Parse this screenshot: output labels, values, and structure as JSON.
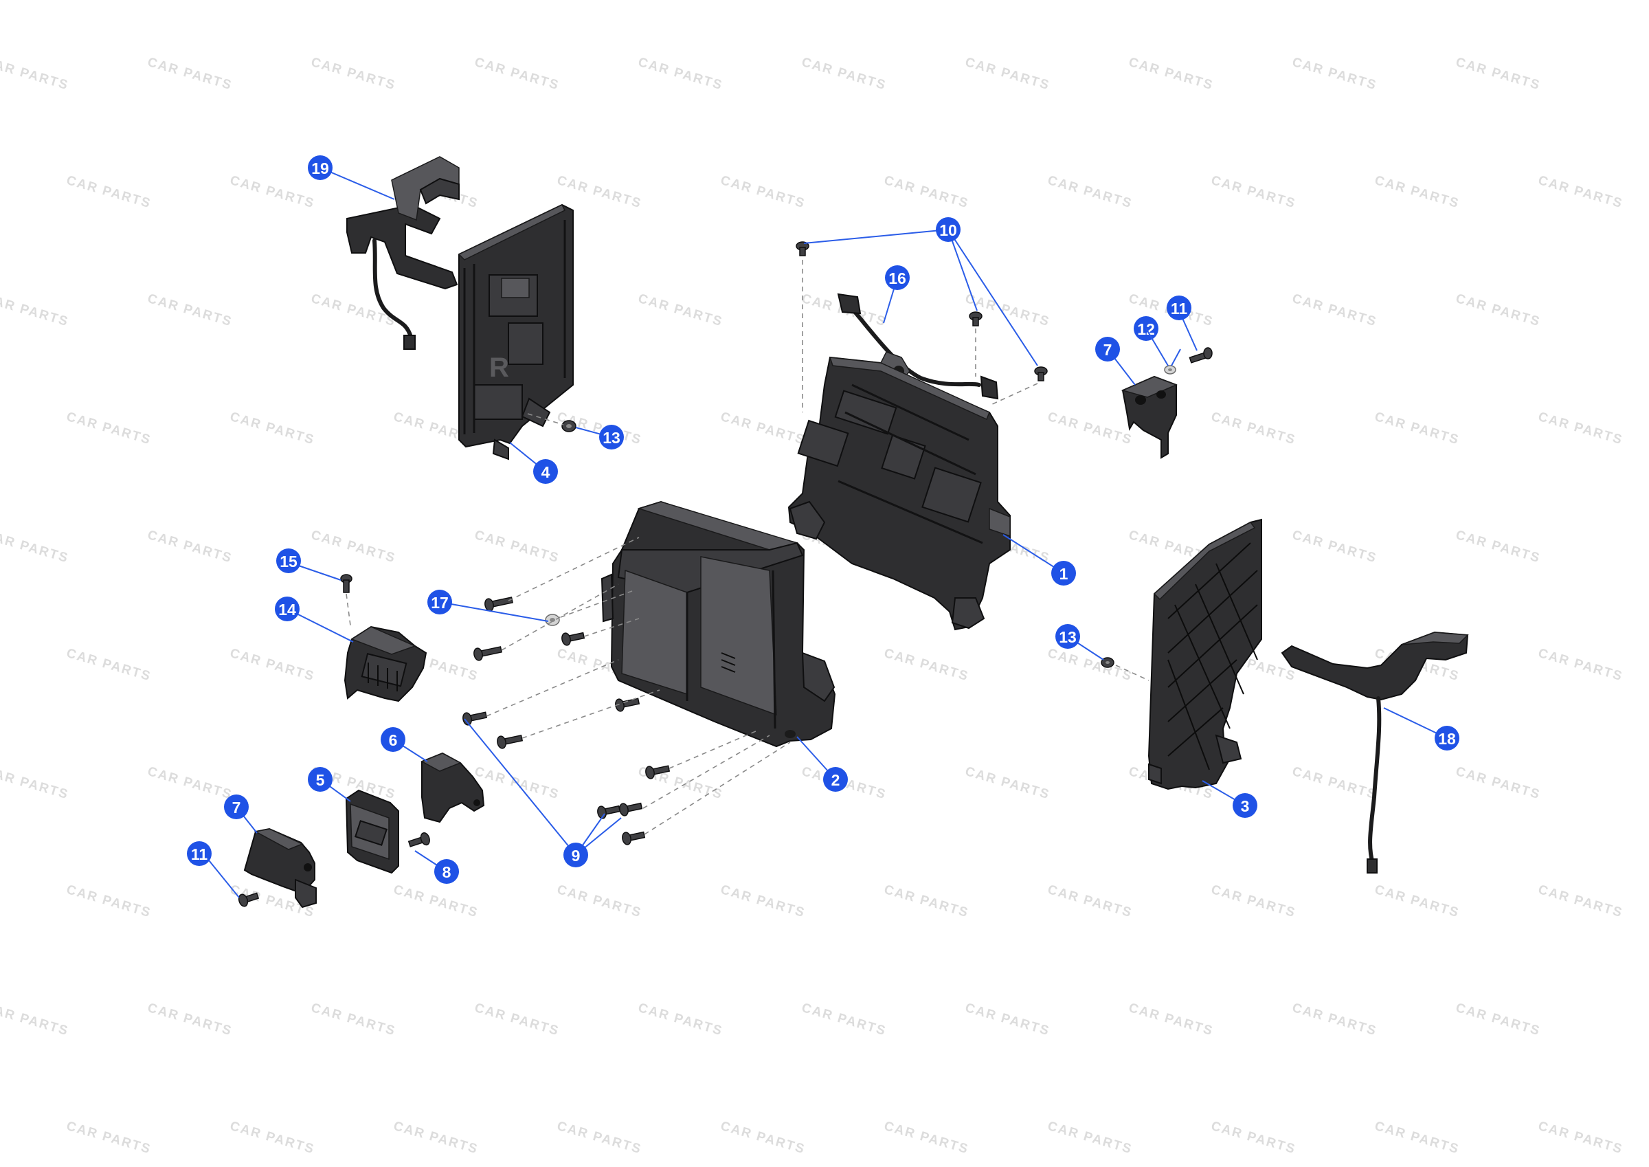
{
  "watermark": {
    "text": "CAR PARTS"
  },
  "callouts": [
    {
      "id": "callout-1",
      "label": "1"
    },
    {
      "id": "callout-2",
      "label": "2"
    },
    {
      "id": "callout-3",
      "label": "3"
    },
    {
      "id": "callout-4",
      "label": "4"
    },
    {
      "id": "callout-5",
      "label": "5"
    },
    {
      "id": "callout-6",
      "label": "6"
    },
    {
      "id": "callout-7a",
      "label": "7"
    },
    {
      "id": "callout-7b",
      "label": "7"
    },
    {
      "id": "callout-8",
      "label": "8"
    },
    {
      "id": "callout-9",
      "label": "9"
    },
    {
      "id": "callout-10",
      "label": "10"
    },
    {
      "id": "callout-11a",
      "label": "11"
    },
    {
      "id": "callout-11b",
      "label": "11"
    },
    {
      "id": "callout-12",
      "label": "12"
    },
    {
      "id": "callout-13a",
      "label": "13"
    },
    {
      "id": "callout-13b",
      "label": "13"
    },
    {
      "id": "callout-14",
      "label": "14"
    },
    {
      "id": "callout-15",
      "label": "15"
    },
    {
      "id": "callout-16",
      "label": "16"
    },
    {
      "id": "callout-17",
      "label": "17"
    },
    {
      "id": "callout-18",
      "label": "18"
    },
    {
      "id": "callout-19",
      "label": "19"
    }
  ],
  "colors": {
    "callout": "#1f52e6",
    "leader": "#2b5de8",
    "part": "#2e2e30",
    "watermark": "#dcdcdc"
  }
}
